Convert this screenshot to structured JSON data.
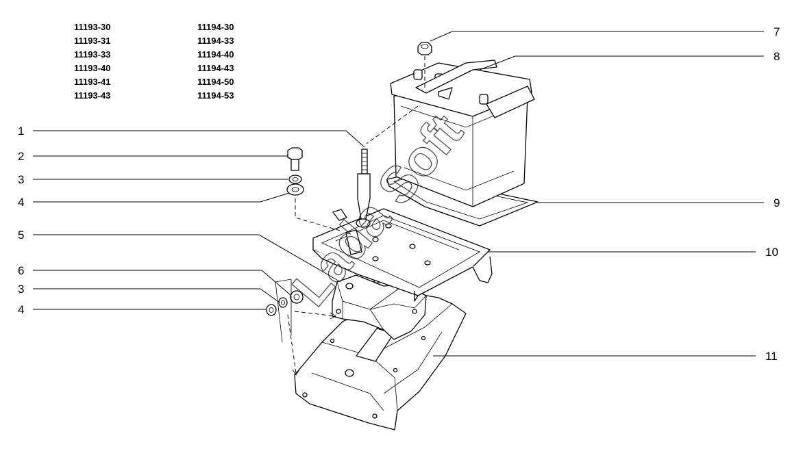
{
  "model_codes": {
    "column_1": [
      "11193-30",
      "11193-31",
      "11193-33",
      "11193-40",
      "11193-41",
      "11193-43"
    ],
    "column_2": [
      "11194-30",
      "11194-33",
      "11194-40",
      "11194-43",
      "11194-50",
      "11194-53"
    ]
  },
  "callouts_left": [
    "1",
    "2",
    "3",
    "4",
    "5",
    "6",
    "3",
    "4"
  ],
  "callouts_right": [
    "7",
    "8",
    "9",
    "10",
    "11"
  ],
  "watermark": "Lada Soft"
}
